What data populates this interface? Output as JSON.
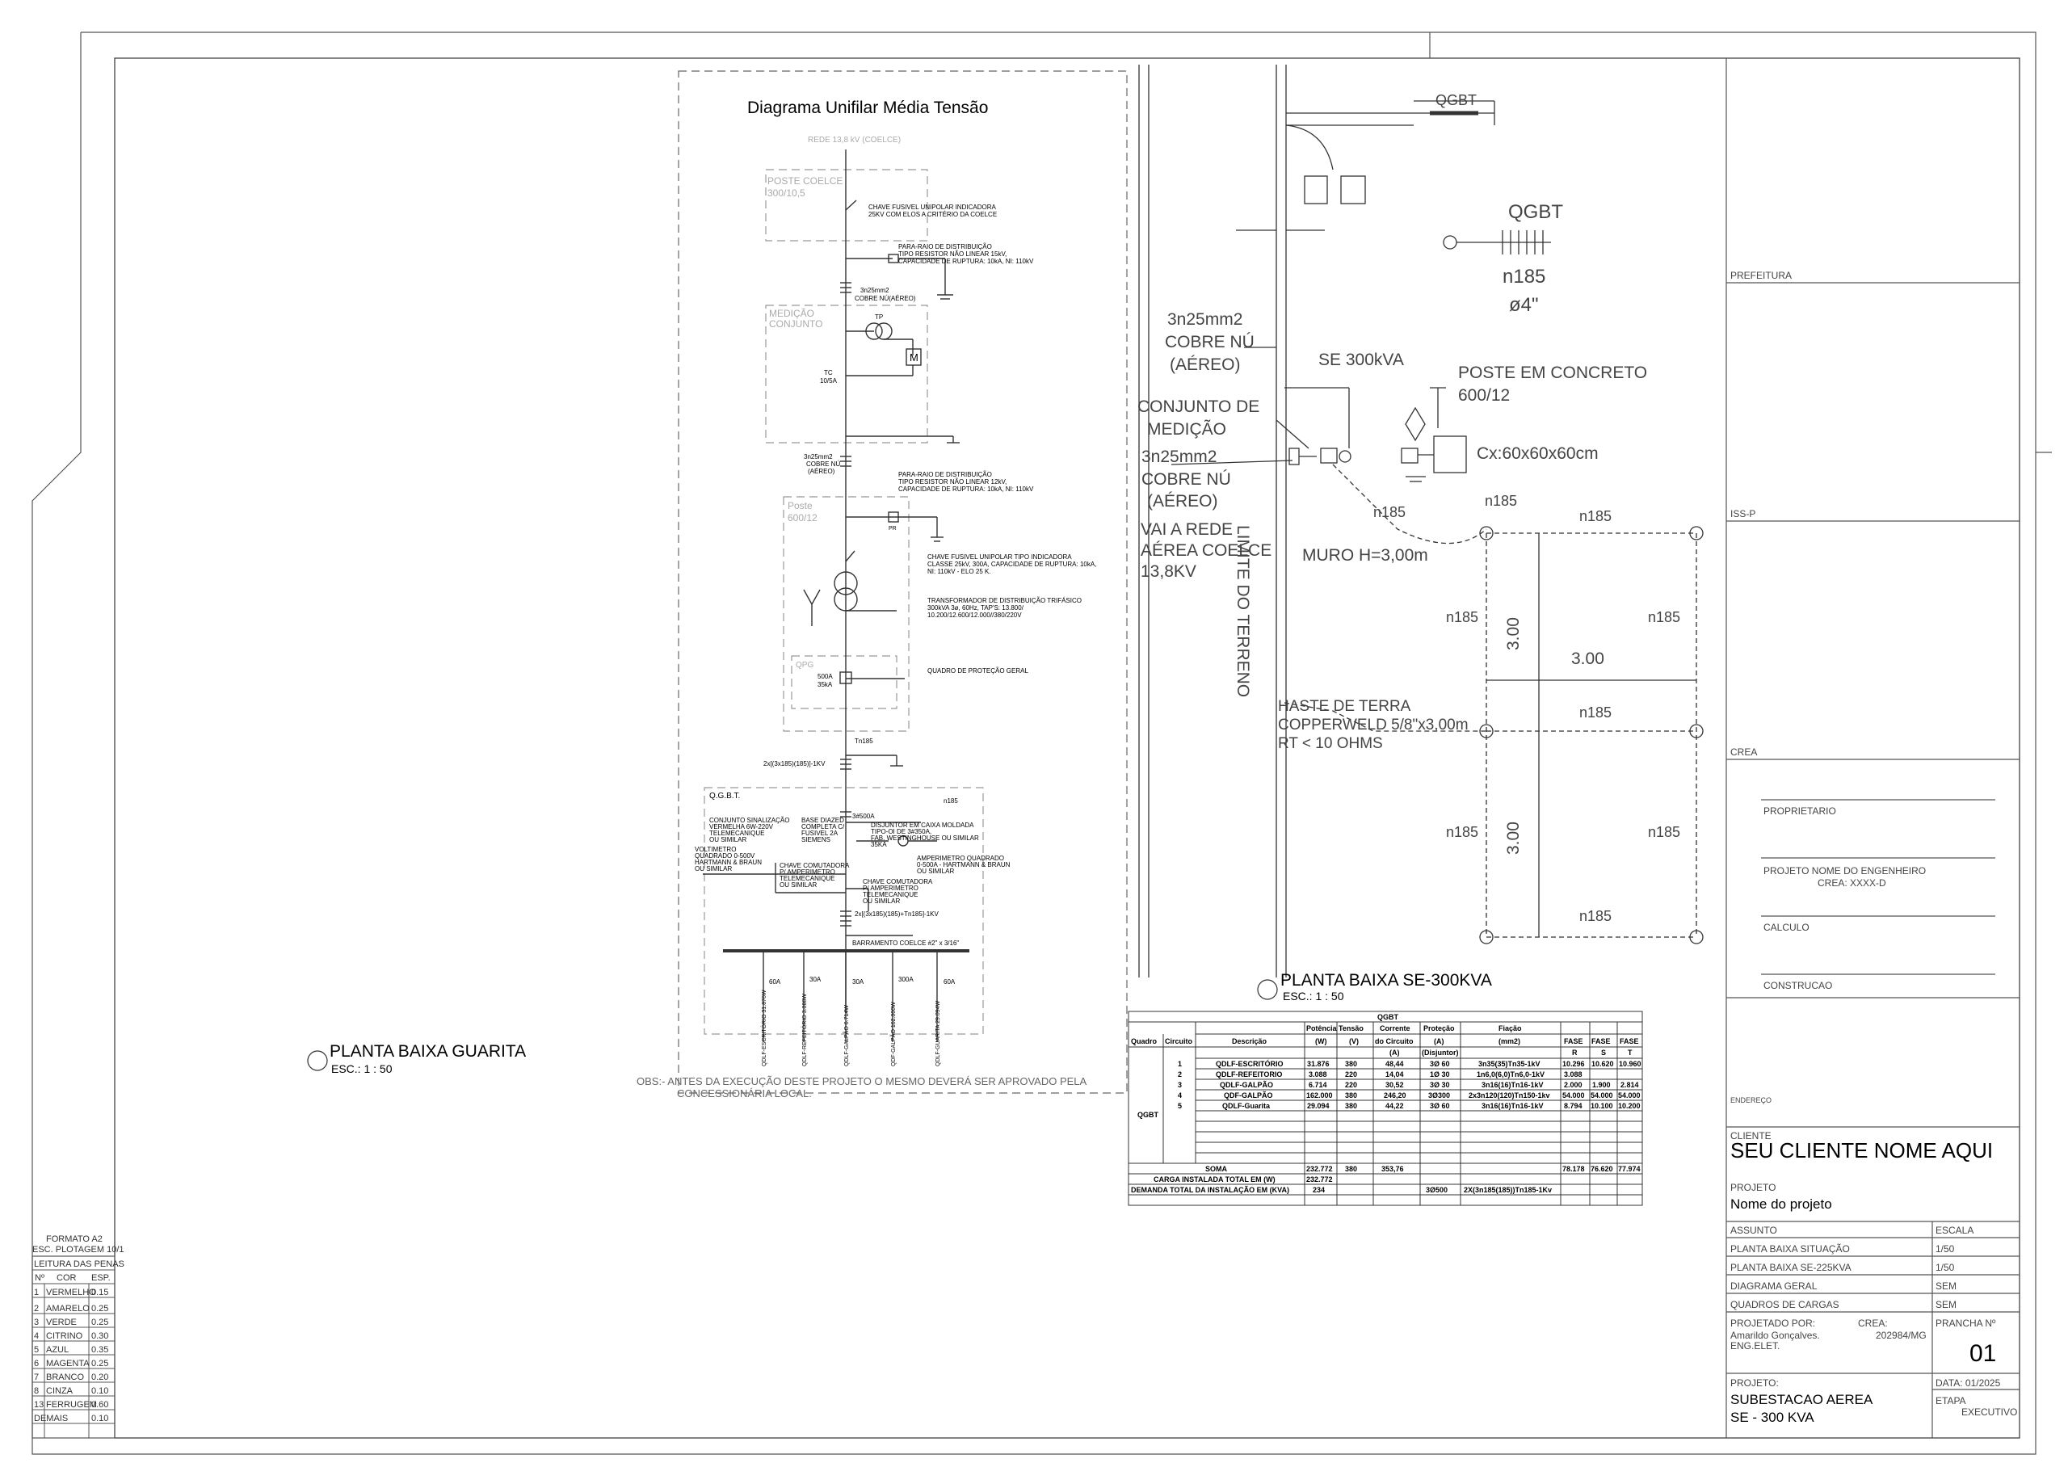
{
  "left_plan": {
    "title": "PLANTA BAIXA GUARITA",
    "scale": "ESC.: 1 : 50"
  },
  "diagram": {
    "title": "Diagrama Unifilar Média Tensão",
    "network": "REDE 13,8 kV (COELCE)",
    "poste_coelce": [
      "POSTE COELCE",
      "300/10,5"
    ],
    "chave_fusivel_1": [
      "CHAVE FUSIVEL UNIPOLAR INDICADORA",
      "25KV COM ELOS A CRITÉRIO DA COELCE"
    ],
    "pararaio_1": [
      "PARA-RAIO DE DISTRIBUIÇÃO",
      "TIPO RESISTOR NÃO LINEAR 15kV,",
      "CAPACIDADE DE RUPTURA: 10kA, NI: 110kV"
    ],
    "cable_1": [
      "3n25mm2",
      "COBRE NÚ(AÉREO)"
    ],
    "medicao": [
      "MEDIÇÃO",
      "CONJUNTO"
    ],
    "tp": "TP",
    "tc": [
      "TC",
      "10/5A"
    ],
    "meter": "M",
    "cable_2": [
      "3n25mm2",
      "COBRE NÚ",
      "(AÉREO)"
    ],
    "pararaio_2": [
      "PARA-RAIO DE DISTRIBUIÇÃO",
      "TIPO RESISTOR NÃO LINEAR 12kV,",
      "CAPACIDADE DE RUPTURA: 10kA, NI: 110kV"
    ],
    "poste": [
      "Poste",
      "600/12"
    ],
    "pr": "PR",
    "chave_fusivel_2": [
      "CHAVE FUSIVEL UNIPOLAR TIPO INDICADORA",
      "CLASSE 25kV, 300A, CAPACIDADE DE RUPTURA: 10kA,",
      "NI: 110kV - ELO 25 K."
    ],
    "transformador": [
      "TRANSFORMADOR DE DISTRIBUIÇÃO TRIFÁSICO",
      "300kVA 3ø, 60Hz, TAP'S: 13.800/",
      "10.200/12.600/12.000//380/220V"
    ],
    "qpg": "QPG",
    "qpg_breaker": [
      "500A",
      "35kA"
    ],
    "quadro_protecao": "QUADRO DE PROTEÇÃO GERAL",
    "tn185": "Tn185",
    "cable_3": "2x[(3x185)(185)]-1KV",
    "qgbt_label": "Q.G.B.T.",
    "n185_label": "n185",
    "conjunto_sinal": [
      "CONJUNTO SINALIZAÇÃO",
      "VERMELHA 6W-220V",
      "TELEMECANIQUE",
      "OU SIMILAR"
    ],
    "base_diazed": [
      "BASE DIAZED",
      "COMPLETA C/",
      "FUSIVEL 2A",
      "SIEMENS"
    ],
    "disjuntor_3": "3#500A",
    "disjuntor": [
      "DISJUNTOR EM CAIXA MOLDADA",
      "TIPO-OI DE 3#350A,",
      "FAB. WESTINGHOUSE OU SIMILAR",
      "35KA"
    ],
    "voltimetro": [
      "VOLTIMETRO",
      "QUADRADO 0-500V",
      "HARTMANN & BRAUN",
      "OU SIMILAR"
    ],
    "chave_comut_1": [
      "CHAVE COMUTADORA",
      "P/ AMPERIMETRO",
      "TELEMECANIQUE",
      "OU SIMILAR"
    ],
    "amperimetro": [
      "AMPERIMETRO QUADRADO",
      "0-500A - HARTMANN & BRAUN",
      "OU SIMILAR"
    ],
    "chave_comut_2": [
      "CHAVE COMUTADORA",
      "P/ AMPERIMETRO",
      "TELEMECANIQUE",
      "OU SIMILAR"
    ],
    "cable_4": "2x[(3x185)(185)+Tn185]-1KV",
    "barramento": "BARRAMENTO COELCE #2\" x 3/16\"",
    "breakers": [
      "60A",
      "30A",
      "30A",
      "300A",
      "60A"
    ],
    "feeders": [
      "QDLF-ESCRITÓRIO 31.876W",
      "QDLF-REFEITÓRIO 3.088W",
      "QDLF-GALPÃO 6.714W",
      "QDF-GALPÃO 162.000W",
      "QDLF-GUARITA 29.094W"
    ],
    "obs": [
      "OBS:- ANTES DA EXECUÇÃO DESTE PROJETO O MESMO DEVERÁ SER APROVADO PELA",
      "CONCESSIONÁRIA LOCAL."
    ]
  },
  "plan": {
    "title": "PLANTA BAIXA SE-300KVA",
    "scale": "ESC.: 1 : 50",
    "qgbt_top": "QGBT",
    "qgbt": "QGBT",
    "n185_a": "n185",
    "phi": "ø4\"",
    "cable": [
      "3n25mm2",
      "COBRE NÚ",
      "(AÉREO)"
    ],
    "se": "SE 300kVA",
    "poste": [
      "POSTE EM CONCRETO",
      "600/12"
    ],
    "conjunto": [
      "CONJUNTO DE",
      "MEDIÇÃO"
    ],
    "cable_b": [
      "3n25mm2",
      "COBRE NÚ",
      "(AÉREO)"
    ],
    "cx": "Cx:60x60x60cm",
    "vai": [
      "VAI A REDE",
      "AÉREA COELCE",
      "13,8KV"
    ],
    "muro": "MURO H=3,00m",
    "limite": "LIMITE DO TERRENO",
    "n185": "n185",
    "dim": "3.00",
    "haste": [
      "HASTE DE TERRA",
      "COPPERWELD 5/8\"x3,00m",
      "RT < 10 OHMS"
    ]
  },
  "table": {
    "caption": "QGBT",
    "headers": [
      "Quadro",
      "Circuito",
      "Descrição",
      "Potência",
      "Tensão",
      "Corrente",
      "Proteção",
      "Fiação",
      "FASE",
      "FASE",
      "FASE"
    ],
    "headers2": [
      "(W)",
      "(V)",
      "do Circuito",
      "(A)",
      "(mm2)"
    ],
    "headers3": [
      "(A)",
      "(Disjuntor)",
      "R",
      "S",
      "T"
    ],
    "quadro": "QGBT",
    "rows": [
      [
        "1",
        "QDLF-ESCRITÓRIO",
        "31.876",
        "380",
        "48,44",
        "3Ø 60",
        "3n35(35)Tn35-1kV",
        "10.296",
        "10.620",
        "10.960"
      ],
      [
        "2",
        "QDLF-REFEITORIO",
        "3.088",
        "220",
        "14,04",
        "1Ø 30",
        "1n6,0(6,0)Tn6,0-1kV",
        "3.088",
        "",
        ""
      ],
      [
        "3",
        "QDLF-GALPÃO",
        "6.714",
        "220",
        "30,52",
        "3Ø 30",
        "3n16(16)Tn16-1kV",
        "2.000",
        "1.900",
        "2.814"
      ],
      [
        "4",
        "QDF-GALPÃO",
        "162.000",
        "380",
        "246,20",
        "3Ø300",
        "2x3n120(120)Tn150-1kv",
        "54.000",
        "54.000",
        "54.000"
      ],
      [
        "5",
        "QDLF-Guarita",
        "29.094",
        "380",
        "44,22",
        "3Ø 60",
        "3n16(16)Tn16-1kV",
        "8.794",
        "10.100",
        "10.200"
      ]
    ],
    "soma": [
      "SOMA",
      "232.772",
      "380",
      "353,76",
      "78.178",
      "76.620",
      "77.974"
    ],
    "carga": [
      "CARGA INSTALADA TOTAL EM (W)",
      "232.772"
    ],
    "demanda": [
      "DEMANDA TOTAL DA INSTALAÇÃO EM (KVA)",
      "234",
      "3Ø500",
      "2X(3n185(185))Tn185-1Kv"
    ]
  },
  "legend": {
    "formato": "FORMATO A2",
    "plotagem": "ESC. PLOTAGEM 10/1",
    "leitura": "LEITURA DAS PENAS",
    "headers": [
      "Nº",
      "COR",
      "ESP."
    ],
    "rows": [
      [
        "1",
        "VERMELHO",
        "0.15"
      ],
      [
        "2",
        "AMARELO",
        "0.25"
      ],
      [
        "3",
        "VERDE",
        "0.25"
      ],
      [
        "4",
        "CITRINO",
        "0.30"
      ],
      [
        "5",
        "AZUL",
        "0.35"
      ],
      [
        "6",
        "MAGENTA",
        "0.25"
      ],
      [
        "7",
        "BRANCO",
        "0.20"
      ],
      [
        "8",
        "CINZA",
        "0.10"
      ],
      [
        "13",
        "FERRUGEM",
        "0.60"
      ],
      [
        "DEMAIS",
        "",
        "0.10"
      ]
    ]
  },
  "title_block": {
    "prefeitura": "PREFEITURA",
    "iss": "ISS-P",
    "crea": "CREA",
    "proprietario": "PROPRIETARIO",
    "projeto_nome": "PROJETO NOME DO ENGENHEIRO",
    "crea_num": "CREA: XXXX-D",
    "calculo": "CALCULO",
    "construcao": "CONSTRUCAO",
    "endereco": "ENDEREÇO",
    "cliente_label": "CLIENTE",
    "cliente": "SEU CLIENTE NOME AQUI",
    "projeto_label": "PROJETO",
    "projeto": "Nome do projeto",
    "assunto": "ASSUNTO",
    "escala": "ESCALA",
    "assuntos": [
      [
        "PLANTA BAIXA SITUAÇÃO",
        "1/50"
      ],
      [
        "PLANTA BAIXA SE-225KVA",
        "1/50"
      ],
      [
        "DIAGRAMA GERAL",
        "SEM"
      ],
      [
        "QUADROS DE CARGAS",
        "SEM"
      ]
    ],
    "projetado_por": "PROJETADO POR:",
    "crea2": "CREA:",
    "engenheiro": "Amarildo Gonçalves.",
    "crea_mg": "202984/MG",
    "eng": "ENG.ELET.",
    "prancha_label": "PRANCHA Nº",
    "prancha": "01",
    "projeto2_label": "PROJETO:",
    "projeto2": [
      "SUBESTACAO AEREA",
      "SE - 300 KVA"
    ],
    "data": "DATA: 01/2025",
    "etapa_label": "ETAPA",
    "etapa": "EXECUTIVO"
  }
}
